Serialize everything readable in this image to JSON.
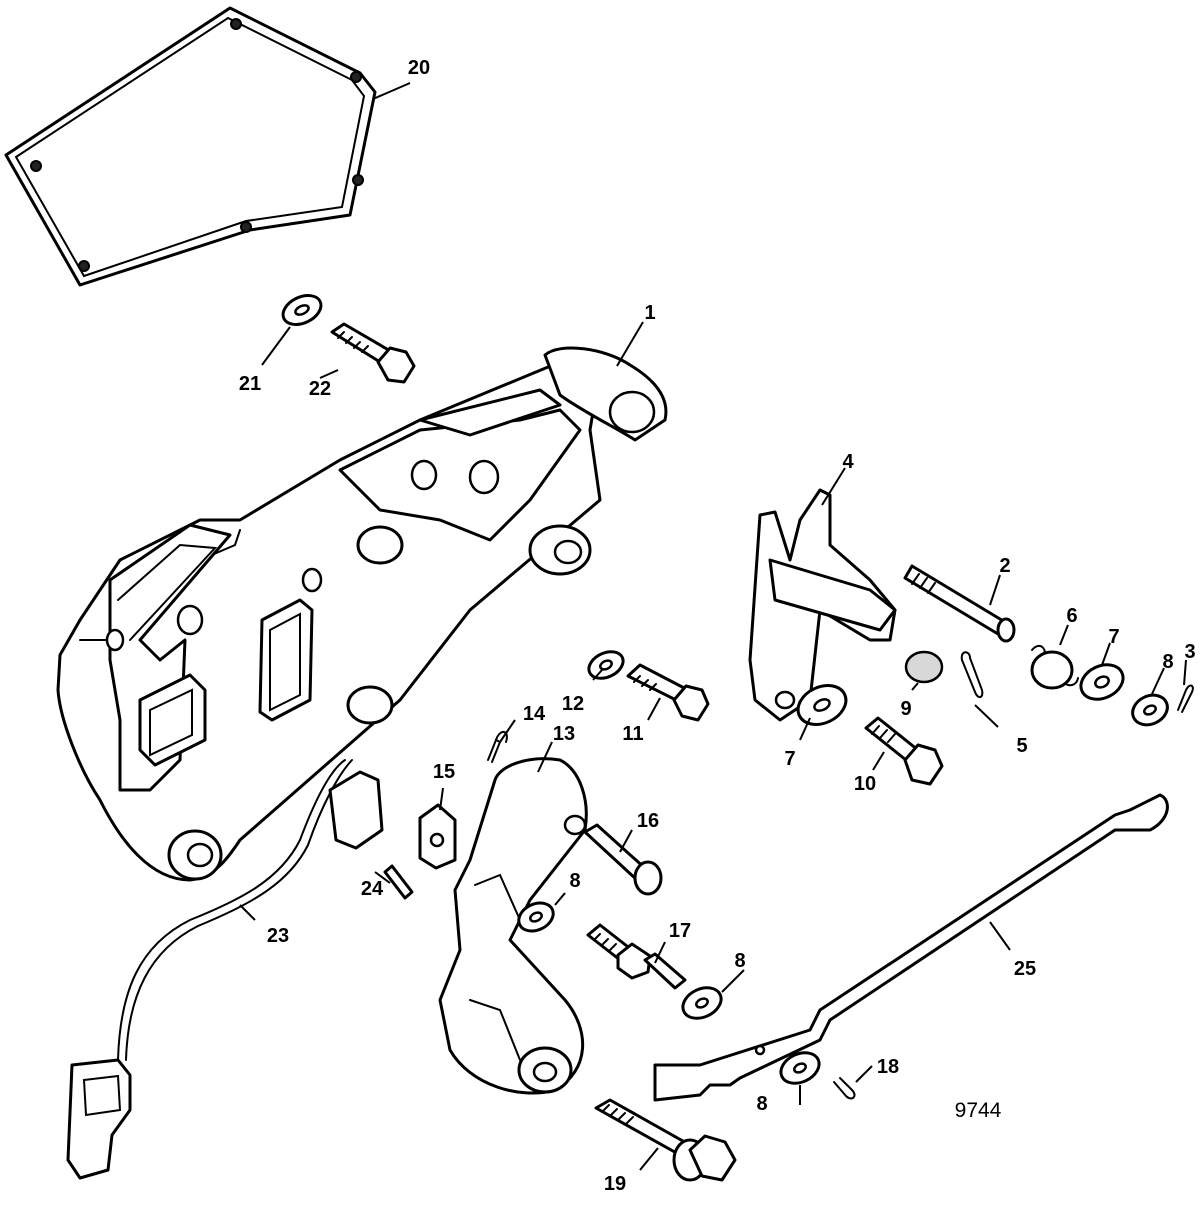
{
  "callouts": {
    "c1": "1",
    "c2": "2",
    "c3": "3",
    "c4": "4",
    "c5": "5",
    "c6": "6",
    "c7a": "7",
    "c7b": "7",
    "c8a": "8",
    "c8b": "8",
    "c8c": "8",
    "c8d": "8",
    "c9": "9",
    "c10": "10",
    "c11": "11",
    "c12": "12",
    "c13": "13",
    "c14": "14",
    "c15": "15",
    "c16": "16",
    "c17": "17",
    "c18": "18",
    "c19": "19",
    "c20": "20",
    "c21": "21",
    "c22": "22",
    "c23": "23",
    "c24": "24",
    "c25": "25"
  },
  "figure_number": "9744"
}
